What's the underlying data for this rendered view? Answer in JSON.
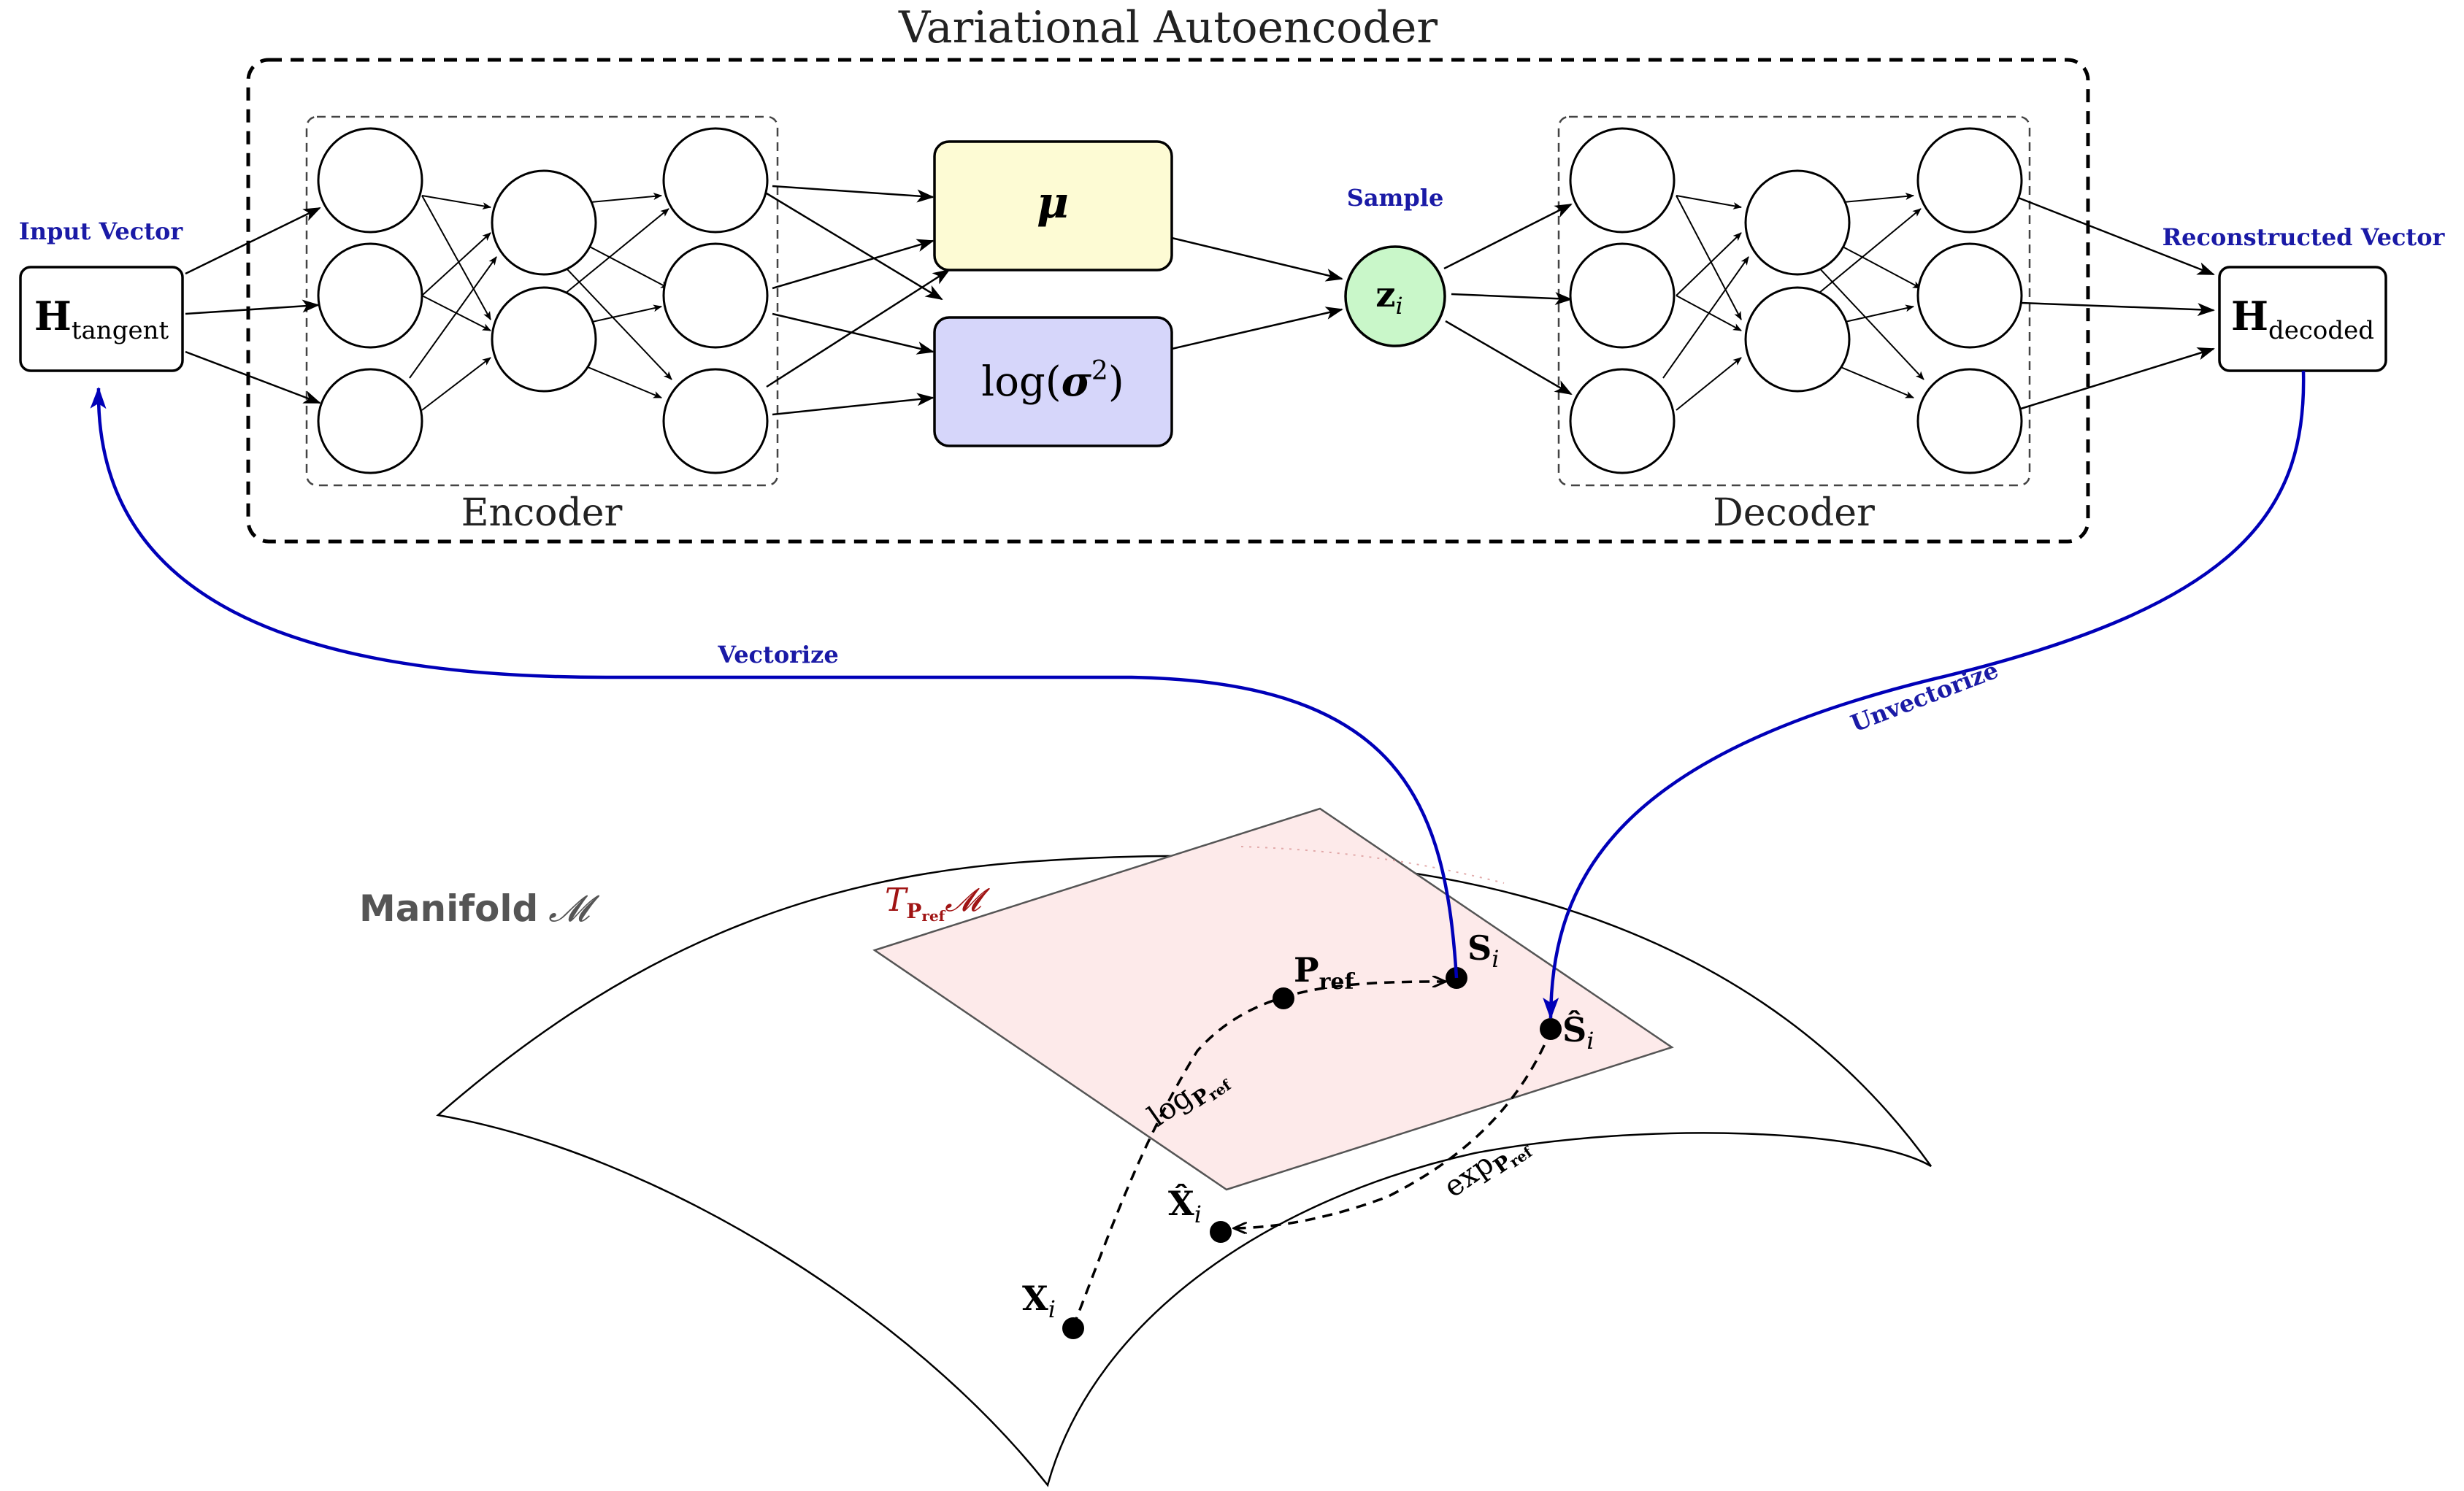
{
  "title": "Variational Autoencoder",
  "encoder": {
    "label": "Encoder"
  },
  "decoder": {
    "label": "Decoder"
  },
  "mu_box": {
    "label": "μ",
    "fill": "#fdfbd4"
  },
  "logvar_box": {
    "label_pre": "log(",
    "label_sigma": "σ",
    "label_exp": "2",
    "label_post": ")",
    "fill": "#d6d6fa"
  },
  "latent": {
    "caption": "Sample",
    "symbol": "z",
    "subscript": "i",
    "fill": "#c9f7c9"
  },
  "input": {
    "caption": "Input Vector",
    "symbol": "H",
    "subscript": "tangent"
  },
  "output": {
    "caption": "Reconstructed Vector",
    "symbol": "H",
    "subscript": "decoded"
  },
  "links": {
    "vectorize": "Vectorize",
    "unvectorize": "Unvectorize"
  },
  "manifold": {
    "label": "Manifold",
    "script": "𝓜",
    "tangent_plane": {
      "T": "T",
      "sub": "P",
      "subsub": "ref",
      "script": "𝓜",
      "fill": "#fdeaea",
      "label_color": "#a01414"
    },
    "points": {
      "p_ref": {
        "sym": "P",
        "sub": "ref"
      },
      "s_i": {
        "sym": "S",
        "sub": "i"
      },
      "s_hat": {
        "sym": "Ŝ",
        "sub": "i"
      },
      "x_i": {
        "sym": "X",
        "sub": "i"
      },
      "x_hat": {
        "sym": "X̂",
        "sub": "i"
      }
    },
    "log_map": {
      "fn": "log",
      "sub": "P",
      "subsub": "ref"
    },
    "exp_map": {
      "fn": "exp",
      "sub": "P",
      "subsub": "ref"
    }
  },
  "colors": {
    "accent_blue": "#0000b8",
    "label_blue": "#1a1aa6",
    "black": "#000000"
  }
}
